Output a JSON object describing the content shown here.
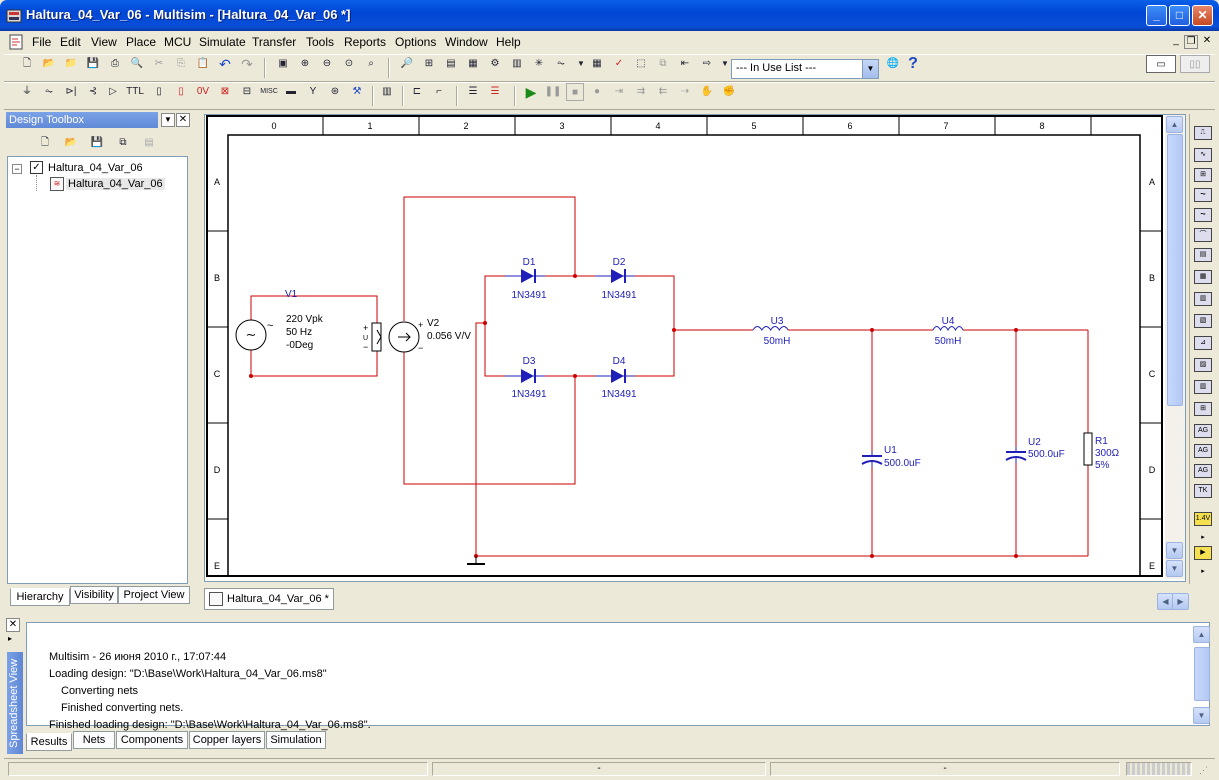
{
  "window": {
    "title": "Haltura_04_Var_06 - Multisim - [Haltura_04_Var_06 *]",
    "minimize": "_",
    "maximize": "□",
    "close": "✕"
  },
  "menu": {
    "items": [
      "File",
      "Edit",
      "View",
      "Place",
      "MCU",
      "Simulate",
      "Transfer",
      "Tools",
      "Reports",
      "Options",
      "Window",
      "Help"
    ]
  },
  "toolbar": {
    "in_use_list": "--- In Use List ---",
    "help_icon": "?",
    "misc_label": "MISC"
  },
  "toolbox": {
    "title": "Design Toolbox",
    "tree": {
      "root": "Haltura_04_Var_06",
      "child": "Haltura_04_Var_06"
    },
    "tabs": [
      "Hierarchy",
      "Visibility",
      "Project View"
    ]
  },
  "schematic": {
    "col_labels": [
      "0",
      "1",
      "2",
      "3",
      "4",
      "5",
      "6",
      "7",
      "8"
    ],
    "row_labels": [
      "A",
      "B",
      "C",
      "D",
      "E"
    ],
    "V1": {
      "ref": "V1",
      "amp": "220 Vpk",
      "freq": "50 Hz",
      "phase": "-0Deg"
    },
    "V2": {
      "ref": "V2",
      "gain": "0.056 V/V"
    },
    "D1": {
      "ref": "D1",
      "model": "1N3491"
    },
    "D2": {
      "ref": "D2",
      "model": "1N3491"
    },
    "D3": {
      "ref": "D3",
      "model": "1N3491"
    },
    "D4": {
      "ref": "D4",
      "model": "1N3491"
    },
    "U3": {
      "ref": "U3",
      "value": "50mH"
    },
    "U4": {
      "ref": "U4",
      "value": "50mH"
    },
    "U1": {
      "ref": "U1",
      "value": "500.0uF"
    },
    "U2": {
      "ref": "U2",
      "value": "500.0uF"
    },
    "R1": {
      "ref": "R1",
      "value": "300Ω",
      "tol": "5%"
    },
    "wire_color": "#cc0000",
    "part_color": "#1f1fb8"
  },
  "doc_tab": {
    "label": "Haltura_04_Var_06 *"
  },
  "spreadsheet": {
    "side_title": "Spreadsheet View",
    "log": [
      "Multisim  -  26 июня 2010 г., 17:07:44",
      "Loading design: \"D:\\Base\\Work\\Haltura_04_Var_06.ms8\"",
      "Converting nets",
      "Finished converting nets.",
      "Finished loading design: \"D:\\Base\\Work\\Haltura_04_Var_06.ms8\"."
    ],
    "tabs": [
      "Results",
      "Nets",
      "Components",
      "Copper layers",
      "Simulation"
    ]
  },
  "status": {
    "cell1": "-",
    "cell2": "-"
  }
}
